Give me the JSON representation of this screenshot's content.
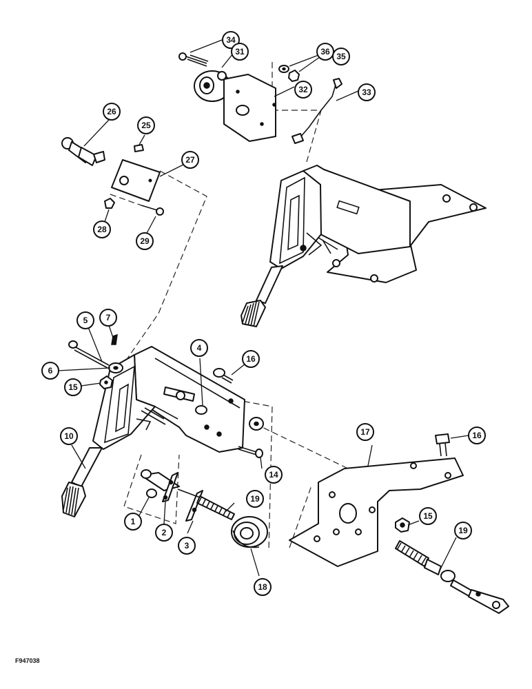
{
  "figure_id": "F947038",
  "callouts": [
    {
      "num": "34"
    },
    {
      "num": "31"
    },
    {
      "num": "36"
    },
    {
      "num": "35"
    },
    {
      "num": "32"
    },
    {
      "num": "33"
    },
    {
      "num": "26"
    },
    {
      "num": "25"
    },
    {
      "num": "27"
    },
    {
      "num": "28"
    },
    {
      "num": "29"
    },
    {
      "num": "5"
    },
    {
      "num": "7"
    },
    {
      "num": "4"
    },
    {
      "num": "16"
    },
    {
      "num": "6"
    },
    {
      "num": "15"
    },
    {
      "num": "10"
    },
    {
      "num": "17"
    },
    {
      "num": "16"
    },
    {
      "num": "14"
    },
    {
      "num": "19"
    },
    {
      "num": "1"
    },
    {
      "num": "2"
    },
    {
      "num": "3"
    },
    {
      "num": "15"
    },
    {
      "num": "19"
    },
    {
      "num": "18"
    }
  ]
}
